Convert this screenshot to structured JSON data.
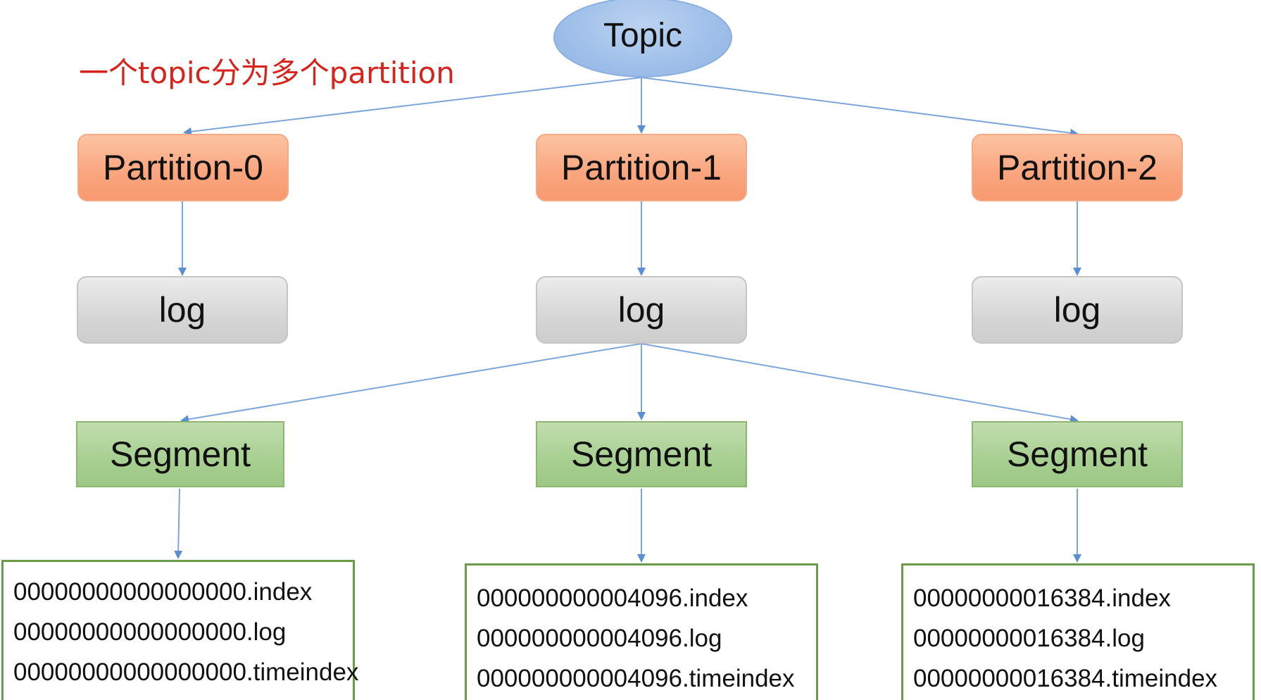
{
  "diagram": {
    "topic": "Topic",
    "subtitle": "一个topic分为多个partition",
    "partitions": [
      "Partition-0",
      "Partition-1",
      "Partition-2"
    ],
    "logs": [
      "log",
      "log",
      "log"
    ],
    "segments": [
      "Segment",
      "Segment",
      "Segment"
    ],
    "file_groups": [
      [
        "00000000000000000.index",
        "00000000000000000.log",
        "00000000000000000.timeindex"
      ],
      [
        "000000000004096.index",
        "000000000004096.log",
        "000000000004096.timeindex"
      ],
      [
        "00000000016384.index",
        "00000000016384.log",
        "00000000016384.timeindex"
      ]
    ],
    "colors": {
      "topic": "#9ebfe9",
      "partition": "#f9a57e",
      "log": "#d6d6d6",
      "segment": "#a9d093",
      "file_border": "#6a9a4a",
      "arrow": "#5b8fd2",
      "subtitle": "#d6241c"
    }
  }
}
